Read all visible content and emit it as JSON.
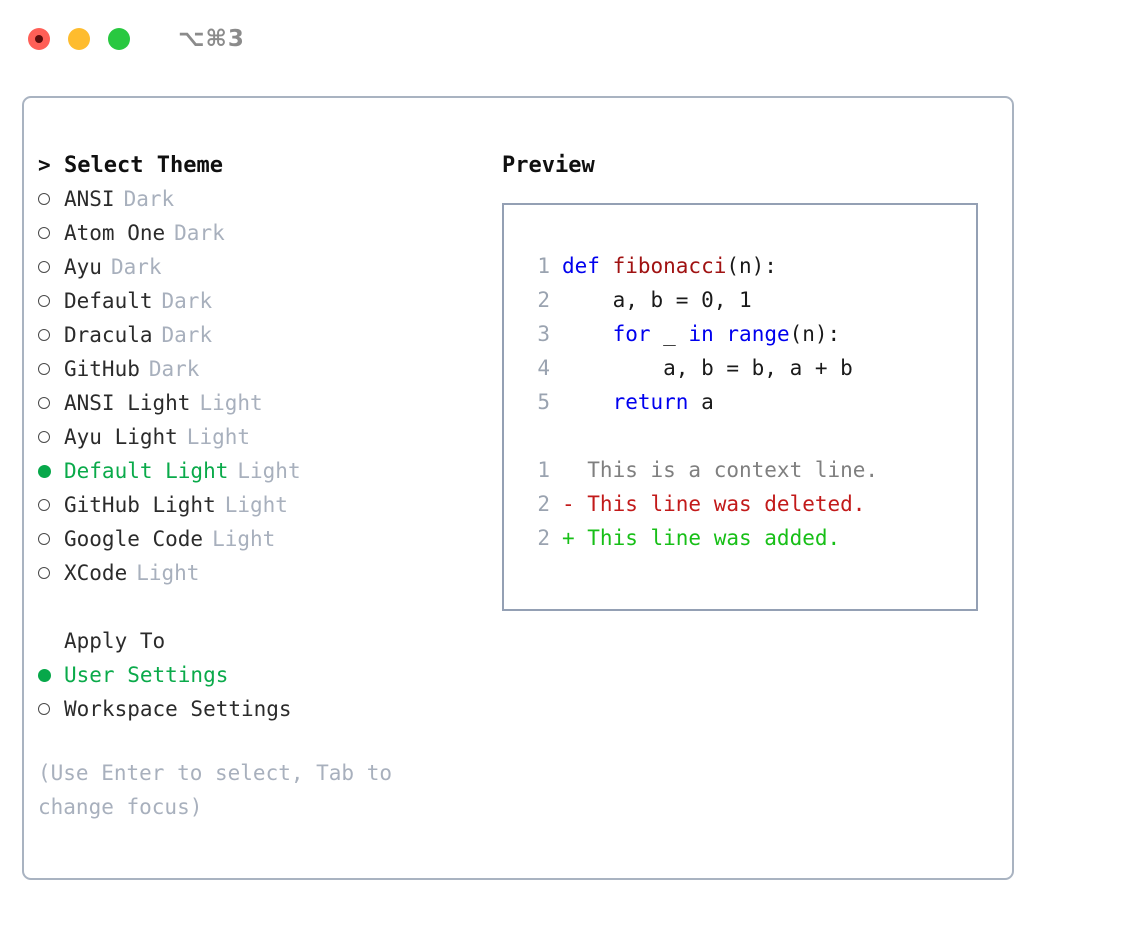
{
  "titlebar": {
    "shortcut": "⌥⌘3",
    "buttons": [
      "close",
      "minimize",
      "maximize"
    ]
  },
  "left": {
    "header": {
      "caret": ">",
      "label": "Select Theme"
    },
    "themes": [
      {
        "marker": "empty",
        "label": "ANSI",
        "kind": "Dark",
        "selected": false
      },
      {
        "marker": "empty",
        "label": "Atom One",
        "kind": "Dark",
        "selected": false
      },
      {
        "marker": "empty",
        "label": "Ayu",
        "kind": "Dark",
        "selected": false
      },
      {
        "marker": "empty",
        "label": "Default",
        "kind": "Dark",
        "selected": false
      },
      {
        "marker": "empty",
        "label": "Dracula",
        "kind": "Dark",
        "selected": false
      },
      {
        "marker": "empty",
        "label": "GitHub",
        "kind": "Dark",
        "selected": false
      },
      {
        "marker": "empty",
        "label": "ANSI Light",
        "kind": "Light",
        "selected": false
      },
      {
        "marker": "empty",
        "label": "Ayu Light",
        "kind": "Light",
        "selected": false
      },
      {
        "marker": "filled",
        "label": "Default Light",
        "kind": "Light",
        "selected": true
      },
      {
        "marker": "empty",
        "label": "GitHub Light",
        "kind": "Light",
        "selected": false
      },
      {
        "marker": "empty",
        "label": "Google Code",
        "kind": "Light",
        "selected": false
      },
      {
        "marker": "empty",
        "label": "XCode",
        "kind": "Light",
        "selected": false
      }
    ],
    "apply_to": {
      "title": "Apply To",
      "options": [
        {
          "marker": "filled",
          "label": "User Settings",
          "selected": true
        },
        {
          "marker": "empty",
          "label": "Workspace Settings",
          "selected": false
        }
      ]
    },
    "hint": "(Use Enter to select, Tab to change focus)"
  },
  "right": {
    "title": "Preview",
    "code": [
      {
        "num": "1",
        "tokens": [
          {
            "t": "def ",
            "c": "kw"
          },
          {
            "t": "fibonacci",
            "c": "fn"
          },
          {
            "t": "(n):",
            "c": "plain"
          }
        ]
      },
      {
        "num": "2",
        "tokens": [
          {
            "t": "    a, b = 0, 1",
            "c": "plain"
          }
        ]
      },
      {
        "num": "3",
        "tokens": [
          {
            "t": "    ",
            "c": "plain"
          },
          {
            "t": "for",
            "c": "kw"
          },
          {
            "t": " _ ",
            "c": "plain"
          },
          {
            "t": "in",
            "c": "kw"
          },
          {
            "t": " ",
            "c": "plain"
          },
          {
            "t": "range",
            "c": "kw"
          },
          {
            "t": "(n):",
            "c": "plain"
          }
        ]
      },
      {
        "num": "4",
        "tokens": [
          {
            "t": "        a, b = b, a + b",
            "c": "plain"
          }
        ]
      },
      {
        "num": "5",
        "tokens": [
          {
            "t": "    ",
            "c": "plain"
          },
          {
            "t": "return",
            "c": "kw"
          },
          {
            "t": " a",
            "c": "plain"
          }
        ]
      }
    ],
    "diff": [
      {
        "num": "1",
        "text": "  This is a context line.",
        "cls": "ctx"
      },
      {
        "num": "2",
        "text": "- This line was deleted.",
        "cls": "del"
      },
      {
        "num": "2",
        "text": "+ This line was added.",
        "cls": "add"
      }
    ]
  },
  "colors": {
    "accent_green": "#0aaa4a",
    "muted": "#a8b0bd",
    "border": "#a9b3c1",
    "preview_border": "#94a0b4",
    "keyword": "#0000ee",
    "function": "#a01212",
    "diff_added": "#17bf17",
    "diff_deleted": "#c21a1a",
    "diff_context": "#7f7f7f",
    "traffic_close": "#ff5f57",
    "traffic_min": "#febc2e",
    "traffic_max": "#28c840"
  }
}
